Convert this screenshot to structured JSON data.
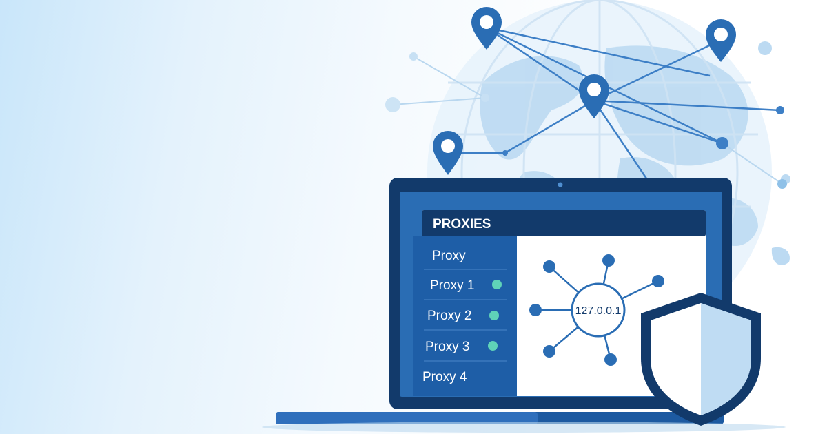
{
  "panel": {
    "title": "PROXIES",
    "items": [
      {
        "label": "Proxy",
        "status": "none"
      },
      {
        "label": "Proxy 1",
        "status": "active"
      },
      {
        "label": "Proxy 2",
        "status": "active"
      },
      {
        "label": "Proxy 3",
        "status": "active"
      },
      {
        "label": "Proxy 4",
        "status": "none"
      }
    ]
  },
  "hub": {
    "ip": "127.0.0.1"
  },
  "colors": {
    "navy": "#123a6b",
    "blue": "#2a6db4",
    "light_blue": "#8fc1e8",
    "status_green": "#5fd3b8"
  },
  "icons": [
    "location-pin-icon",
    "globe-icon",
    "shield-icon",
    "network-node-icon"
  ]
}
